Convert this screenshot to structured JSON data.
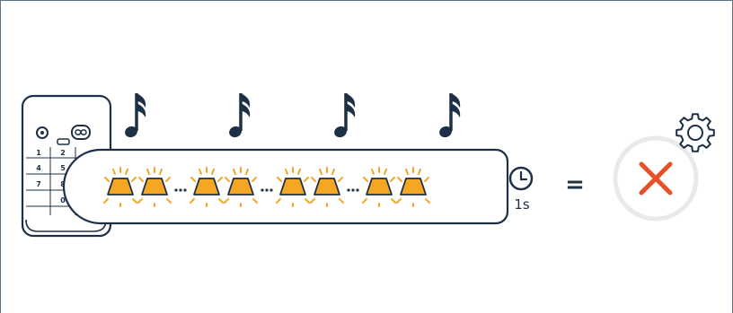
{
  "colors": {
    "outline": "#1e3046",
    "amber": "#f5a623",
    "flash_ray": "#f5a623",
    "fail_red": "#e8502a",
    "ring_gray": "#e9e9e9",
    "frame": "#5b7287"
  },
  "remote": {
    "keys": [
      "1",
      "2",
      "4",
      "5",
      "7",
      "8",
      "0"
    ],
    "icons": [
      "dial-icon",
      "infinity-icon"
    ]
  },
  "beeps": {
    "count": 4,
    "icon": "music-note-icon"
  },
  "flash_sequence": {
    "flashes": 8,
    "pattern": [
      "flash",
      "flash",
      "ellipsis",
      "flash",
      "flash",
      "ellipsis",
      "flash",
      "flash",
      "ellipsis",
      "flash",
      "flash"
    ],
    "icon": "blinking-light-icon"
  },
  "timer": {
    "icon": "clock-icon",
    "duration_label": "1s"
  },
  "equals": "=",
  "result": {
    "icon": "cross-icon",
    "meaning": "failure"
  },
  "settings": {
    "icon": "gear-icon"
  }
}
